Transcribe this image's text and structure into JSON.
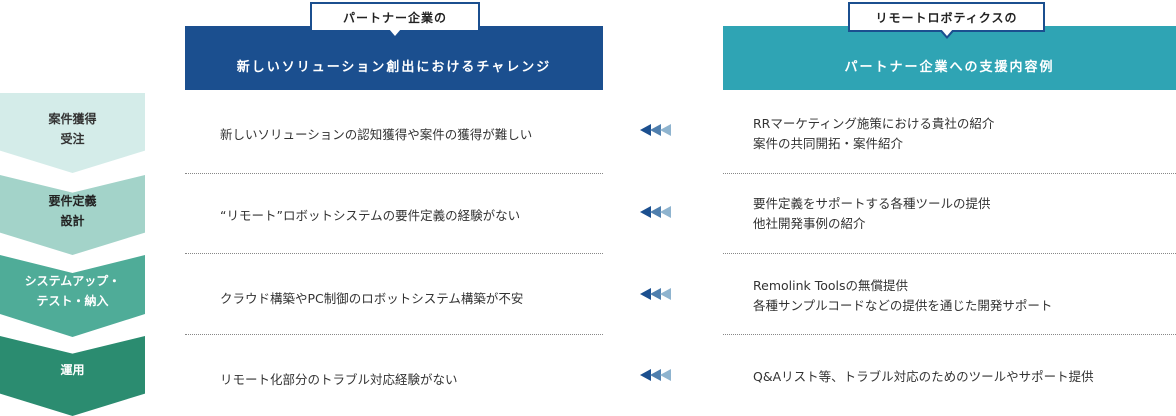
{
  "header": {
    "left_tag": "パートナー企業の",
    "left_title": "新しいソリューション創出におけるチャレンジ",
    "right_tag": "リモートロボティクスの",
    "right_title": "パートナー企業への支援内容例"
  },
  "colors": {
    "left_header": "#1b4f8f",
    "right_header": "#2fa4b4",
    "step_1": "#d4ece9",
    "step_2": "#a3d3c9",
    "step_3": "#4fac98",
    "step_4": "#2b8c70",
    "arrow_dark": "#1b4f8f",
    "arrow_light": "#8fb4cf"
  },
  "rows": [
    {
      "step": [
        "案件獲得",
        "受注"
      ],
      "challenge": "新しいソリューションの認知獲得や案件の獲得が難しい",
      "support": [
        "RRマーケティング施策における貴社の紹介",
        "案件の共同開拓・案件紹介"
      ],
      "arrow_icon": "triple-left-arrow-icon"
    },
    {
      "step": [
        "要件定義",
        "設計"
      ],
      "challenge": "“リモート”ロボットシステムの要件定義の経験がない",
      "support": [
        "要件定義をサポートする各種ツールの提供",
        "他社開発事例の紹介"
      ],
      "arrow_icon": "triple-left-arrow-icon"
    },
    {
      "step": [
        "システムアップ・",
        "テスト・納入"
      ],
      "challenge": "クラウド構築やPC制御のロボットシステム構築が不安",
      "support": [
        "Remolink Toolsの無償提供",
        "各種サンプルコードなどの提供を通じた開発サポート"
      ],
      "arrow_icon": "triple-left-arrow-icon"
    },
    {
      "step": [
        "運用"
      ],
      "challenge": "リモート化部分のトラブル対応経験がない",
      "support": [
        "Q&Aリスト等、トラブル対応のためのツールやサポート提供"
      ],
      "arrow_icon": "triple-left-arrow-icon"
    }
  ]
}
